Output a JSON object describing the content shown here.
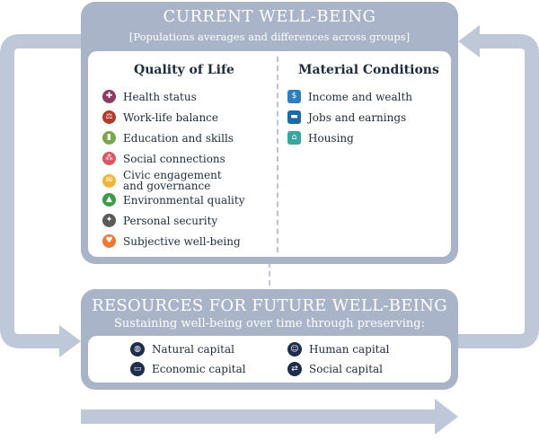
{
  "current": {
    "title": "CURRENT WELL-BEING",
    "subtitle": "[Populations averages and differences across groups]",
    "quality_of_life": {
      "heading": "Quality of Life",
      "items": [
        {
          "label": "Health status",
          "icon": "health-cross-icon",
          "color": "#8e3a64"
        },
        {
          "label": "Work-life balance",
          "icon": "balance-scale-icon",
          "color": "#b03a2e"
        },
        {
          "label": "Education and skills",
          "icon": "book-icon",
          "color": "#7aa64a"
        },
        {
          "label": "Social connections",
          "icon": "people-icon",
          "color": "#d95764"
        },
        {
          "label": "Civic engagement",
          "label2": "and governance",
          "icon": "ballot-envelope-icon",
          "color": "#f0b53a"
        },
        {
          "label": "Environmental quality",
          "icon": "tree-icon",
          "color": "#3d9a4a"
        },
        {
          "label": "Personal security",
          "icon": "running-person-icon",
          "color": "#5a5a5a"
        },
        {
          "label": "Subjective well-being",
          "icon": "heart-icon",
          "color": "#ec7a34"
        }
      ]
    },
    "material_conditions": {
      "heading": "Material Conditions",
      "items": [
        {
          "label": "Income and wealth",
          "icon": "banknote-icon",
          "color": "#2a7fc0"
        },
        {
          "label": "Jobs and earnings",
          "icon": "briefcase-icon",
          "color": "#1b6aa8"
        },
        {
          "label": "Housing",
          "icon": "house-icon",
          "color": "#3aa6a0"
        }
      ]
    }
  },
  "future": {
    "title": "RESOURCES FOR FUTURE WELL-BEING",
    "subtitle": "Sustaining well-being over time through preserving:",
    "capitals": [
      {
        "label": "Natural capital",
        "icon": "globe-icon"
      },
      {
        "label": "Economic capital",
        "icon": "money-icon"
      },
      {
        "label": "Human capital",
        "icon": "head-icon"
      },
      {
        "label": "Social capital",
        "icon": "handshake-icon"
      }
    ]
  },
  "colors": {
    "panel": "#aab4c8",
    "arrow": "#bfc8d8",
    "text": "#1e2b3a",
    "capital_icon": "#1d2d4b"
  }
}
